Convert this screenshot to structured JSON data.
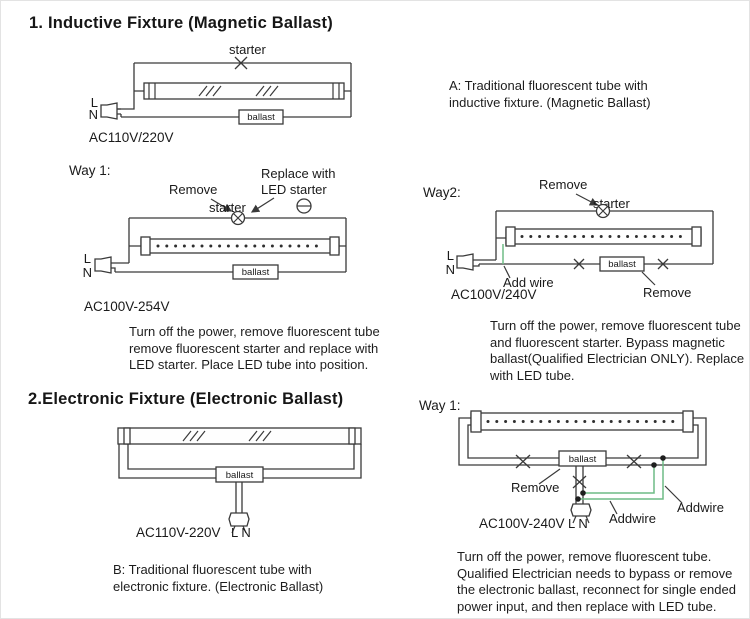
{
  "colors": {
    "wire": "#3a3a3a",
    "add_wire_green": "#6fbc85",
    "text": "#1a1a1a",
    "background": "#ffffff"
  },
  "section1": {
    "title": "1. Inductive Fixture (Magnetic Ballast)",
    "fixture_a": {
      "starter": "starter",
      "ballast": "ballast",
      "l": "L",
      "n": "N",
      "voltage": "AC110V/220V"
    },
    "note_a": "A: Traditional fluorescent tube with\ninductive fixture. (Magnetic Ballast)",
    "way1": {
      "label": "Way 1:",
      "remove": "Remove",
      "starter": "starter",
      "replace_line1": "Replace with",
      "replace_line2": "LED starter",
      "ballast": "ballast",
      "l": "L",
      "n": "N",
      "voltage": "AC100V-254V",
      "instructions": "Turn off the power, remove fluorescent tube\nremove fluorescent starter and replace with\nLED starter. Place LED tube into position."
    },
    "way2": {
      "label": "Way2:",
      "remove_starter": "Remove",
      "starter": "starter",
      "add_wire": "Add wire",
      "ballast": "ballast",
      "remove_ballast": "Remove",
      "l": "L",
      "n": "N",
      "voltage": "AC100V/240V",
      "instructions": "Turn off the power, remove fluorescent tube\nand fluorescent starter. Bypass magnetic\nballast(Qualified Electrician ONLY). Replace\nwith LED tube."
    }
  },
  "section2": {
    "title": "2.Electronic Fixture (Electronic Ballast)",
    "fixture_b": {
      "ballast": "ballast",
      "voltage": "AC110V-220V",
      "ln": "L N"
    },
    "note_b": "B: Traditional fluorescent tube with\nelectronic fixture. (Electronic Ballast)",
    "way1": {
      "label": "Way 1:",
      "remove": "Remove",
      "ballast": "ballast",
      "addwire1": "Addwire",
      "addwire2": "Addwire",
      "voltage": "AC100V-240V",
      "ln": "L N",
      "instructions": "Turn off the power, remove fluorescent tube.\nQualified Electrician needs to bypass or remove\nthe electronic ballast, reconnect for single ended\npower input, and then replace with LED tube."
    }
  }
}
